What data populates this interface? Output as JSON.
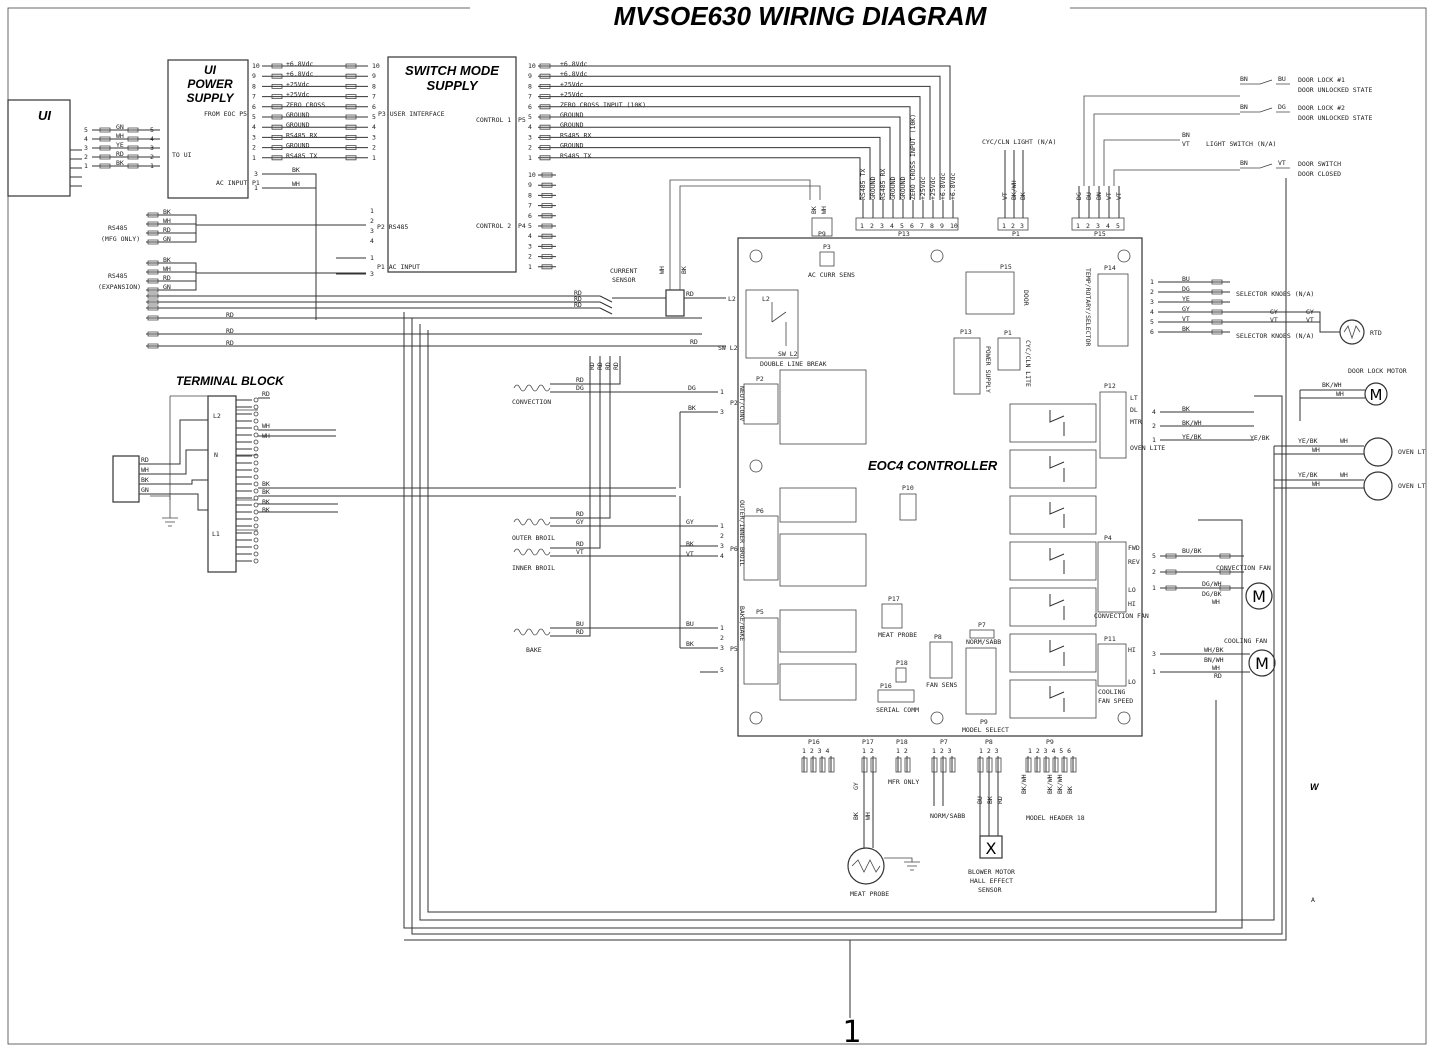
{
  "title": "MVSOE630 WIRING DIAGRAM",
  "ui": {
    "label": "UI"
  },
  "ui_power_supply": {
    "title_line1": "UI",
    "title_line2": "POWER",
    "title_line3": "SUPPLY",
    "from": "FROM EOC P5",
    "to": "TO UI",
    "ac_input": "AC INPUT",
    "p1": "P1",
    "pins": [
      "10",
      "9",
      "8",
      "7",
      "6",
      "5",
      "4",
      "3",
      "2",
      "1"
    ],
    "signals": [
      "+6.8Vdc",
      "+6.8Vdc",
      "+25Vdc",
      "+25Vdc",
      "ZERO CROSS",
      "GROUND",
      "GROUND",
      "RS485 RX",
      "GROUND",
      "RS485 TX"
    ],
    "ui_pins": [
      "5",
      "4",
      "3",
      "2",
      "1"
    ],
    "ui_colors": [
      "GN",
      "WH",
      "YE",
      "RD",
      "BK"
    ],
    "ac_pins": [
      "3",
      "1"
    ],
    "ac_colors": [
      "BK",
      "WH"
    ]
  },
  "smps": {
    "title_line1": "SWITCH MODE",
    "title_line2": "SUPPLY",
    "user_interface": "P3 USER INTERFACE",
    "control1": "CONTROL 1",
    "p5": "P5",
    "control2": "CONTROL 2",
    "p4": "P4",
    "rs485": "P2 RS485",
    "ac_input": "P1 AC INPUT",
    "c1_pins": [
      "10",
      "9",
      "8",
      "7",
      "6",
      "5",
      "4",
      "3",
      "2",
      "1"
    ],
    "c1_signals": [
      "+6.8Vdc",
      "+6.8Vdc",
      "+25Vdc",
      "+25Vdc",
      "ZERO CROSS INPUT (10K)",
      "GROUND",
      "GROUND",
      "RS485 RX",
      "GROUND",
      "RS485 TX"
    ],
    "c2_pins": [
      "10",
      "9",
      "8",
      "7",
      "6",
      "5",
      "4",
      "3",
      "2",
      "1"
    ],
    "rs485_pins": [
      "1",
      "2",
      "3",
      "4"
    ],
    "ac_pins": [
      "1",
      "3"
    ]
  },
  "rs485_mfg": {
    "line1": "RS485",
    "line2": "(MFG ONLY)",
    "colors": [
      "BK",
      "WH",
      "RD",
      "GN"
    ]
  },
  "rs485_exp": {
    "line1": "RS485",
    "line2": "(EXPANSION)",
    "colors": [
      "BK",
      "WH",
      "RD",
      "GN"
    ]
  },
  "terminal_block": {
    "title": "TERMINAL BLOCK",
    "l2": "L2",
    "n": "N",
    "l1": "L1"
  },
  "power_cord": {
    "colors": [
      "RD",
      "WH",
      "BK",
      "GN"
    ]
  },
  "current_sensor": {
    "line1": "CURRENT",
    "line2": "SENSOR",
    "colors": [
      "WH",
      "BK"
    ]
  },
  "controller": {
    "title": "EOC4 CONTROLLER",
    "p3": "P3",
    "p3_label": "AC CURR SENS",
    "p9_top": "P9",
    "p13_top": "P13",
    "p1_top": "P1",
    "p15_top": "P15",
    "double_line_break": "DOUBLE LINE BREAK",
    "l2": "L2",
    "sw_l2": "SW L2",
    "p15": "P15",
    "p15_side": "DOOR",
    "p1": "P1",
    "p1_side": "CYC/CLN LITE",
    "p13": "P13",
    "p13_side": "POWER SUPPLY",
    "p14": "P14",
    "p14_side": "TEMP/ROTARY/SELECTOR",
    "p12": "P12",
    "p12_labels": [
      "LT",
      "DL",
      "MTR",
      "OVEN LITE"
    ],
    "p2": "P2",
    "p2_side": "NEUT/CONV",
    "p6": "P6",
    "p6_side": "OUTER/INNER BROIL",
    "p5": "P5",
    "p5_side": "BAKE/BAKE",
    "p10": "P10",
    "p17": "P17",
    "p17_label": "MEAT PROBE",
    "p8": "P8",
    "p8_label": "FAN SENS",
    "p7": "P7",
    "p7_label": "NORM/SABB",
    "p18": "P18",
    "p16": "P16",
    "p16_label": "SERIAL COMM",
    "p9": "P9",
    "p9_label": "MODEL SELECT",
    "p4": "P4",
    "p4_fwd": "FWD",
    "p4_rev": "REV",
    "p4_lo": "LO",
    "p4_hi": "HI",
    "p4_label": "CONVECTION FAN",
    "p11": "P11",
    "p11_hi": "HI",
    "p11_lo": "LO",
    "p11_label_line1": "COOLING",
    "p11_label_line2": "FAN SPEED"
  },
  "p9_top_wires": [
    "BK",
    "WH"
  ],
  "p13_top_pins": [
    "1",
    "2",
    "3",
    "4",
    "5",
    "6",
    "7",
    "8",
    "9",
    "10"
  ],
  "p13_top_signals": [
    "RS485 TX",
    "GROUND",
    "RS485 RX",
    "GROUND",
    "GROUND",
    "ZERO CROSS INPUT (10K)",
    "+25Vdc",
    "+25Vdc",
    "+6.8Vdc",
    "+6.8Vdc"
  ],
  "p1_top": {
    "label": "CYC/CLN LIGHT (N/A)",
    "pins": [
      "1",
      "2",
      "3"
    ],
    "colors": [
      "VT",
      "BK/WH",
      "BK"
    ]
  },
  "p15_top": {
    "pins": [
      "1",
      "2",
      "3",
      "4",
      "5"
    ],
    "colors": [
      "DG",
      "BU",
      "BN",
      "VT",
      "VT"
    ]
  },
  "door": {
    "lock1_line1": "DOOR LOCK #1",
    "lock1_line2": "DOOR UNLOCKED STATE",
    "lock2_line1": "DOOR LOCK #2",
    "lock2_line2": "DOOR UNLOCKED STATE",
    "light_switch": "LIGHT SWITCH (N/A)",
    "switch_line1": "DOOR SWITCH",
    "switch_line2": "DOOR CLOSED",
    "c_bn1": "BN",
    "c_bu": "BU",
    "c_bn2": "BN",
    "c_dg": "DG",
    "c_bn3": "BN",
    "c_vt1": "VT",
    "c_bn4": "BN",
    "c_vt2": "VT"
  },
  "selector": {
    "pins": [
      "1",
      "2",
      "3",
      "4",
      "5",
      "6"
    ],
    "colors": [
      "BU",
      "DG",
      "YE",
      "GY",
      "VT",
      "BK"
    ],
    "knobs1": "SELECTOR KNOBS (N/A)",
    "knobs2": "SELECTOR KNOBS (N/A)",
    "rtd": "RTD",
    "gy": "GY",
    "vt": "VT"
  },
  "door_lock_motor": {
    "label": "DOOR LOCK MOTOR",
    "colors": [
      "BK/WH",
      "WH"
    ],
    "symbol": "M"
  },
  "p12_right": {
    "pins": [
      "4",
      "2",
      "1"
    ],
    "colors": [
      "BK",
      "BK/WH",
      "YE/BK"
    ],
    "ye_bk": "YE/BK"
  },
  "oven_lights": {
    "label1": "OVEN LT",
    "label2": "OVEN LT",
    "c1": "YE/BK",
    "c2": "WH",
    "c3": "WH",
    "c4": "YE/BK",
    "c5": "WH",
    "c6": "WH"
  },
  "convection_fan": {
    "label": "CONVECTION FAN",
    "symbol": "M",
    "pins": [
      "5",
      "2",
      "1"
    ],
    "colors": [
      "BU/BK",
      "DG/WH",
      "DG/BK",
      "WH"
    ]
  },
  "cooling_fan": {
    "label": "COOLING FAN",
    "symbol": "M",
    "pins": [
      "3",
      "1"
    ],
    "colors": [
      "WH/BK",
      "BN/WH",
      "WH",
      "RD"
    ]
  },
  "loads": {
    "convection": "CONVECTION",
    "convection_colors": [
      "RD",
      "DG"
    ],
    "outer_broil": "OUTER BROIL",
    "outer_colors": [
      "RD",
      "GY"
    ],
    "inner_broil": "INNER BROIL",
    "inner_colors": [
      "RD",
      "VT"
    ],
    "bake": "BAKE",
    "bake_colors": [
      "BU",
      "RD"
    ]
  },
  "left_bus_colors": [
    "RD",
    "RD",
    "RD",
    "RD",
    "RD",
    "RD"
  ],
  "p2_wires": {
    "dg": "DG",
    "bk": "BK",
    "pins": [
      "1",
      "3"
    ]
  },
  "p6_wires": {
    "gy": "GY",
    "bk": "BK",
    "vt": "VT",
    "pins": [
      "1",
      "2",
      "3",
      "4"
    ]
  },
  "p5_wires": {
    "bu": "BU",
    "bk": "BK",
    "pins": [
      "1",
      "2",
      "3",
      "5"
    ]
  },
  "l2_wires": {
    "rd1": "RD",
    "rd2": "RD",
    "l2": "L2",
    "sw_l2": "SW L2"
  },
  "bottom_headers": {
    "p16": "P16",
    "p16_pins": "1 2 3 4",
    "p17": "P17",
    "p17_pins": "1 2",
    "p18": "P18",
    "p18_pins": "1 2",
    "mfr_only": "MFR ONLY",
    "p7": "P7",
    "p7_pins": "1 2 3",
    "norm_sabb": "NORM/SABB",
    "p8": "P8",
    "p8_pins": "1 2 3",
    "p9": "P9",
    "p9_pins": "1 2 3 4 5 6",
    "model_header": "MODEL HEADER 18"
  },
  "meat_probe": {
    "label": "MEAT PROBE",
    "colors": [
      "GY",
      "BK",
      "WH"
    ]
  },
  "blower": {
    "line1": "BLOWER MOTOR",
    "line2": "HALL EFFECT",
    "line3": "SENSOR",
    "symbol": "X",
    "colors": [
      "BU",
      "BK",
      "RD"
    ]
  },
  "p9_colors": [
    "BK/WH",
    "BK/WH",
    "BK/WH",
    "BK"
  ],
  "corner_w": "W",
  "corner_a": "A",
  "page_number": "1"
}
